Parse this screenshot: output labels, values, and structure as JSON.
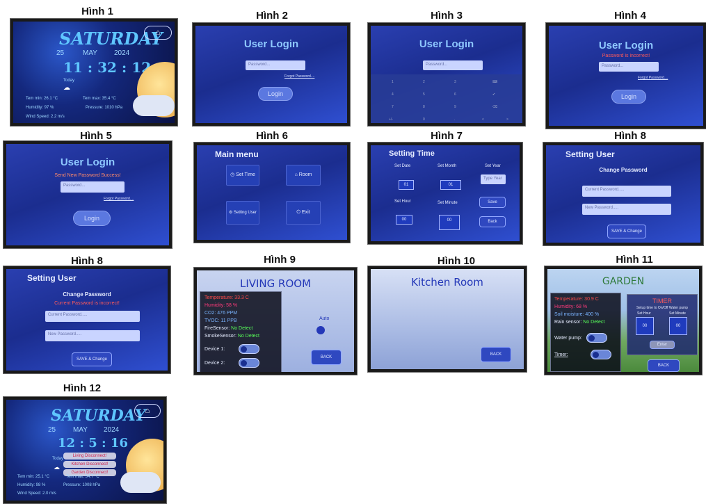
{
  "captions": [
    "Hình 1",
    "Hình 2",
    "Hình 3",
    "Hình 4",
    "Hình 5",
    "Hình 6",
    "Hình 7",
    "Hình 8",
    "Hình 8",
    "Hình 9",
    "Hình 10",
    "Hình 11",
    "Hình 12"
  ],
  "home1": {
    "day": "SATURDAY",
    "date_day": "25",
    "date_month": "MAY",
    "date_year": "2024",
    "time": "11 : 32 : 12",
    "today": "Today",
    "tem_min": "Tem min: 26.1  °C",
    "tem_max": "Tem max: 35.4 °C",
    "humidity": "Humidity: 97 %",
    "pressure": "Pressure: 1010  hPa",
    "wind": "Wind Speed: 2.2  m/s"
  },
  "login": {
    "title": "User Login",
    "password_placeholder": "Password...",
    "forgot": "Forgot Password....",
    "login_button": "Login",
    "error_incorrect": "Password is incorrect!",
    "success_sent": "Send New Password Success!"
  },
  "keypad": {
    "keys": [
      "1",
      "2",
      "3",
      "4",
      "5",
      "6",
      "7",
      "8",
      "9",
      "+/-",
      "0",
      ".",
      "<",
      ">"
    ]
  },
  "main_menu": {
    "title": "Main menu",
    "set_time": "Set Time",
    "room": "Room",
    "setting_user": "Setting User",
    "exit": "Exit"
  },
  "setting_time": {
    "title": "Setting Time",
    "set_date": "Set Date",
    "set_month": "Set Month",
    "set_year": "Set Year",
    "date_val": "01",
    "month_val": "01",
    "year_placeholder": "Type Year",
    "set_hour": "Set Hour",
    "set_minute": "Set Minute",
    "hour_val": "00",
    "minute_val": "00",
    "save": "Save",
    "back": "Back"
  },
  "setting_user": {
    "title": "Setting User",
    "change_password": "Change Password",
    "current_placeholder": "Current Password.....",
    "new_placeholder": "New Password.....",
    "save_change": "SAVE & Change",
    "error": "Current Password is incorrect!"
  },
  "living": {
    "title": "LIVING ROOM",
    "temperature": "Temperature:  33.3  C",
    "humidity": "Humidity:      58 %",
    "co2": "CO2:           476  PPM",
    "tvoc": "TVOC:          11    PPB",
    "fire": "FireSensor:",
    "fire_val": "No Detect",
    "smoke": "SmokeSensor:",
    "smoke_val": "No Detect",
    "device1": "Device 1:",
    "device2": "Device 2:",
    "auto": "Auto",
    "back": "BACK"
  },
  "kitchen": {
    "title": "Kitchen Room",
    "back": "BACK"
  },
  "garden": {
    "title": "GARDEN",
    "temperature": "Temperature:  30.9  C",
    "humidity": "Humidity:       68 %",
    "soil": "Soil moisture:  400  %",
    "rain": "Rain sensor:",
    "rain_val": "No Detect",
    "water_pump": "Water pump:",
    "timer_label": "Timer:",
    "timer_title": "TIMER",
    "timer_desc": "Setup time to On/Off Water pump",
    "set_hour": "Set Hour",
    "set_minute": "Set Minute",
    "hour_val": "00",
    "minute_val": "00",
    "enter": "Enter",
    "back": "BACK"
  },
  "home12": {
    "day": "SATURDAY",
    "date_day": "25",
    "date_month": "MAY",
    "date_year": "2024",
    "time": "12 : 5 : 16",
    "today": "Today",
    "disc1": "Living Disconnect!",
    "disc2": "Kitchen Disconnect!",
    "disc3": "Garden Disconnect!",
    "tem_min": "Tem min: 25.1  °C",
    "tem_max": "Tem max: 34.7 °C",
    "humidity": "Humidity: 98 %",
    "pressure": "Pressure: 1008  hPa",
    "wind": "Wind Speed: 2.0  m/s"
  }
}
